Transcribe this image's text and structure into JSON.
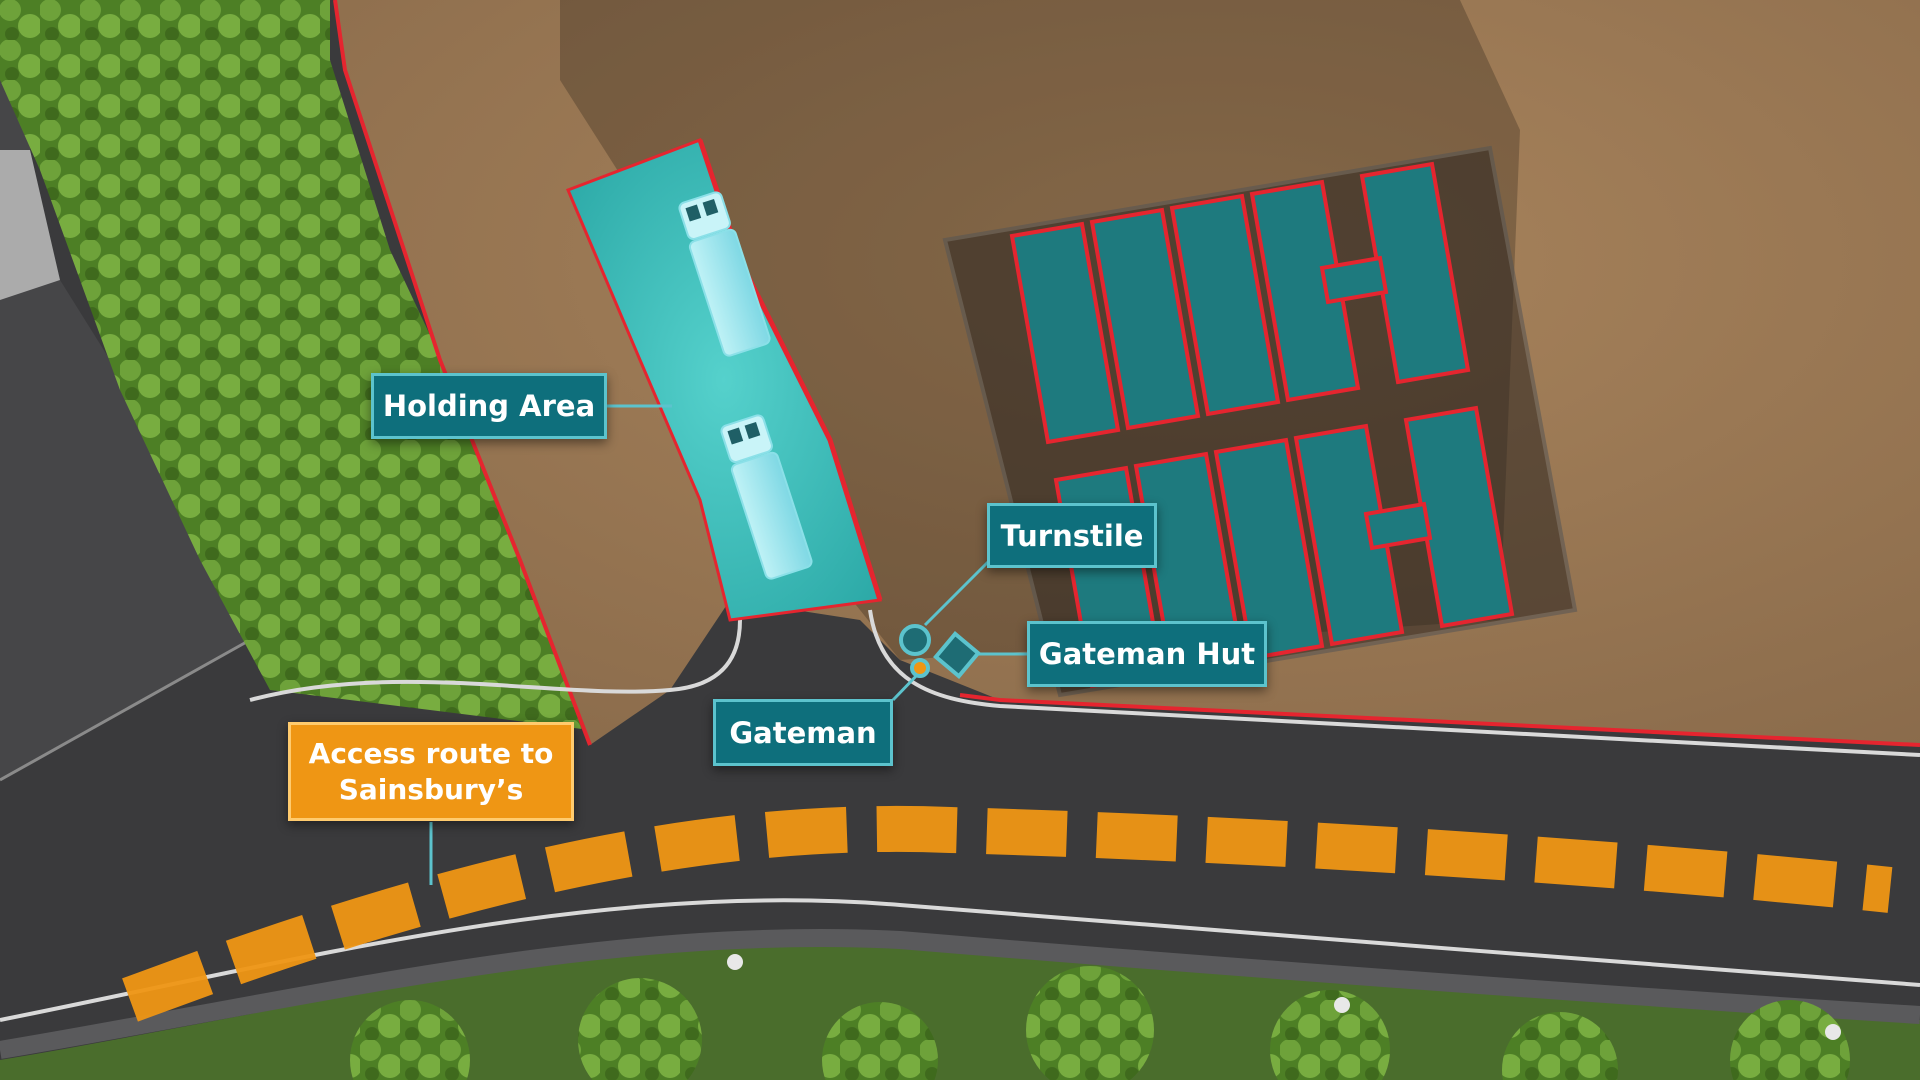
{
  "labels": {
    "holding_area": "Holding Area",
    "turnstile": "Turnstile",
    "gateman_hut": "Gateman Hut",
    "gateman": "Gateman",
    "access_route_line1": "Access route to",
    "access_route_line2": "Sainsbury’s"
  },
  "colors": {
    "label_teal": "#0e6f7c",
    "label_teal_border": "#5cc3cd",
    "route_orange": "#ef9614",
    "site_fence_red": "#e5252f",
    "portacabin_teal": "#1e7a7e",
    "holding_area_cyan": "#3fc3c0",
    "dirt": "#9c7a56",
    "road_asphalt": "#3a3a3c",
    "hedge_green": "#5f9630"
  },
  "icons": {
    "lorry": "truck-icon",
    "turnstile": "turnstile-marker",
    "gateman_hut": "hut-marker",
    "gateman": "person-marker"
  }
}
